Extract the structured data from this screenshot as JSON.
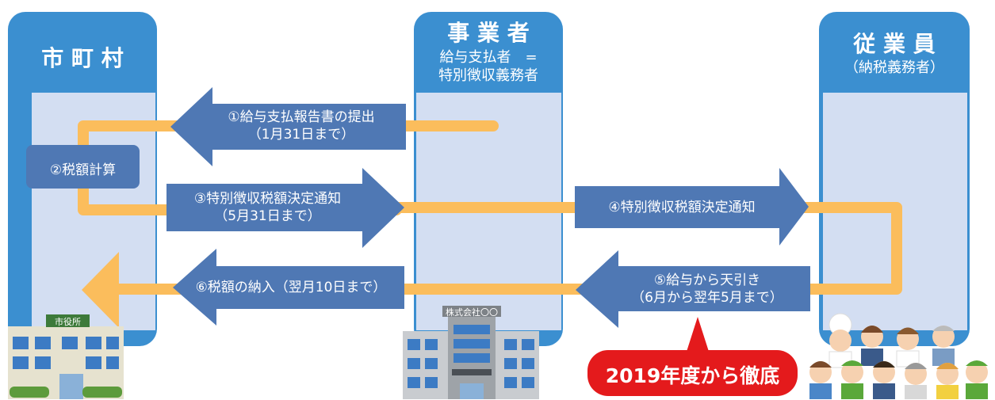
{
  "columns": {
    "city": {
      "title": "市 町 村"
    },
    "employer": {
      "title": "事 業 者",
      "sub1": "給与支払者　=",
      "sub2": "特別徴収義務者"
    },
    "employee": {
      "title": "従 業 員",
      "sub1": "（納税義務者）"
    }
  },
  "steps": {
    "s1_line1": "①給与支払報告書の提出",
    "s1_line2": "（1月31日まで）",
    "s2": "②税額計算",
    "s3_line1": "③特別徴収税額決定通知",
    "s3_line2": "（5月31日まで）",
    "s4": "④特別徴収税額決定通知",
    "s5_line1": "⑤給与から天引き",
    "s5_line2": "（6月から翌年5月まで）",
    "s6": "⑥税額の納入（翌月10日まで）"
  },
  "callout": "2019年度から徹底",
  "buildings": {
    "city_hall_sign": "市役所",
    "company_sign": "株式会社〇〇"
  },
  "colors": {
    "column_blue": "#3b8fd0",
    "column_inner": "#d3def2",
    "arrow_blue": "#4f78b4",
    "flow_orange": "#fbbd5c",
    "callout_red": "#e41a1c"
  },
  "icons": [
    "city-hall-icon",
    "office-building-icon",
    "workers-group-icon"
  ]
}
